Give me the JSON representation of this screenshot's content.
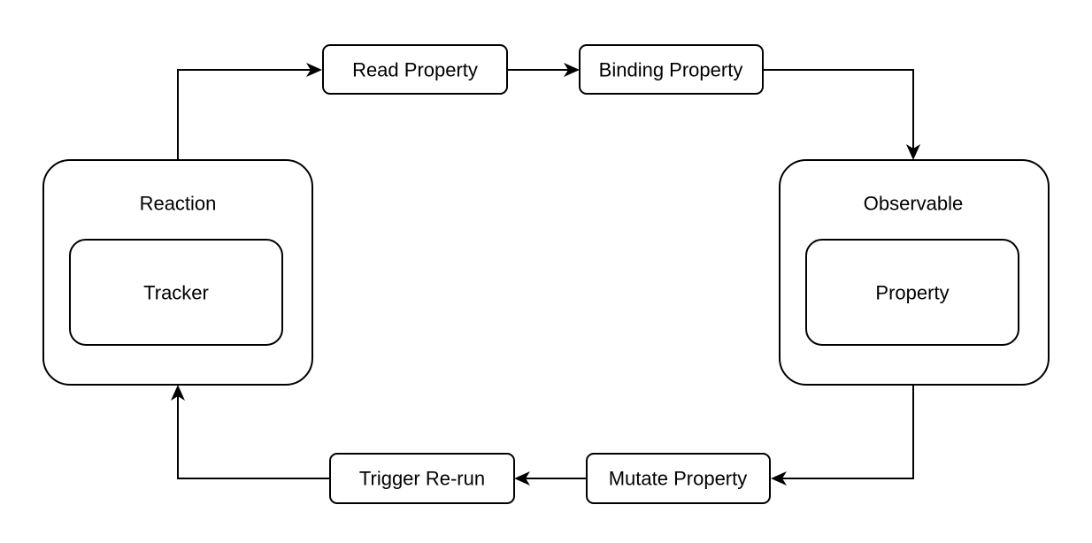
{
  "diagram": {
    "nodes": {
      "reaction": {
        "title": "Reaction",
        "inner_label": "Tracker"
      },
      "observable": {
        "title": "Observable",
        "inner_label": "Property"
      },
      "read_property": {
        "label": "Read Property"
      },
      "binding_property": {
        "label": "Binding Property"
      },
      "mutate_property": {
        "label": "Mutate Property"
      },
      "trigger_rerun": {
        "label": "Trigger Re-run"
      }
    },
    "edges": [
      {
        "from": "Reaction",
        "to": "Read Property"
      },
      {
        "from": "Read Property",
        "to": "Binding Property"
      },
      {
        "from": "Binding Property",
        "to": "Observable"
      },
      {
        "from": "Observable",
        "to": "Mutate Property"
      },
      {
        "from": "Mutate Property",
        "to": "Trigger Re-run"
      },
      {
        "from": "Trigger Re-run",
        "to": "Reaction"
      }
    ],
    "colors": {
      "stroke": "#000000",
      "fill": "#ffffff",
      "text": "#000000"
    }
  }
}
